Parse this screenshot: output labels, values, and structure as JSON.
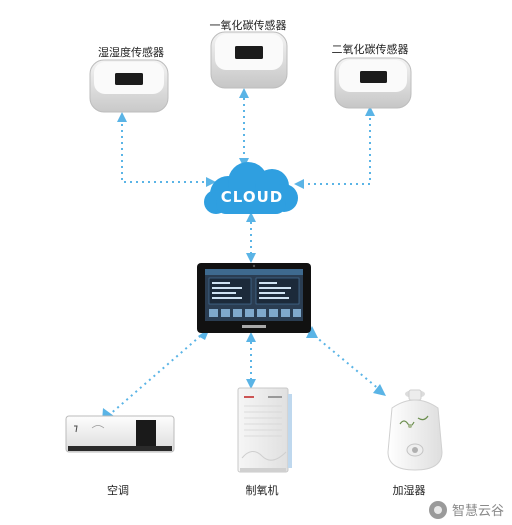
{
  "diagram": {
    "sensors": [
      {
        "label": "湿湿度传感器"
      },
      {
        "label": "一氧化碳传感器"
      },
      {
        "label": "二氧化碳传感器"
      }
    ],
    "cloud": {
      "label": "CLOUD"
    },
    "devices": [
      {
        "label": "空调"
      },
      {
        "label": "制氧机"
      },
      {
        "label": "加湿器"
      }
    ]
  },
  "watermark": {
    "text": "智慧云谷"
  },
  "colors": {
    "link": "#5ab4e6",
    "cloud": "#2f9fe0",
    "sensor_body": "#e6e6e6",
    "panel": "#111111"
  }
}
